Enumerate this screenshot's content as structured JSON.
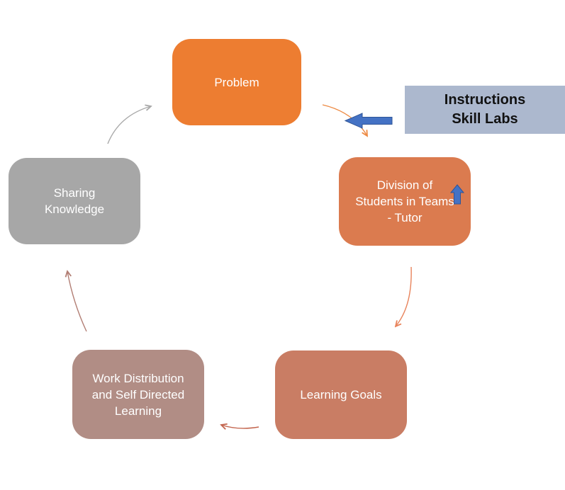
{
  "nodes": {
    "problem": {
      "lines": [
        "Problem"
      ],
      "color": "#ED7D31",
      "text_color": "#FFFFFF"
    },
    "division": {
      "lines": [
        "Division of",
        "Students in Teams",
        "- Tutor"
      ],
      "color": "#DB7B4F",
      "text_color": "#FFFFFF"
    },
    "learning": {
      "lines": [
        "Learning Goals"
      ],
      "color": "#C97D64",
      "text_color": "#FFFFFF"
    },
    "work": {
      "lines": [
        "Work Distribution",
        "and Self Directed",
        "Learning"
      ],
      "color": "#B18D85",
      "text_color": "#FFFFFF"
    },
    "sharing": {
      "lines": [
        "Sharing",
        "Knowledge"
      ],
      "color": "#A7A7A7",
      "text_color": "#FFFFFF"
    }
  },
  "callout": {
    "lines": [
      "Instructions",
      "Skill Labs"
    ],
    "bg_color": "#ACB8CE",
    "text_color": "#111111"
  },
  "arrows": {
    "sharing_to_problem": {
      "color": "#A9A9A9"
    },
    "problem_to_division": {
      "color": "#ED8B45"
    },
    "division_to_learning": {
      "color": "#E8835B"
    },
    "learning_to_work": {
      "color": "#C3654E"
    },
    "work_to_sharing": {
      "color": "#B27E74"
    },
    "callout_pointer": {
      "fill": "#4472C4",
      "stroke": "#2F5597"
    },
    "tutor_up_pointer": {
      "fill": "#4472C4",
      "stroke": "#2F5597"
    }
  }
}
